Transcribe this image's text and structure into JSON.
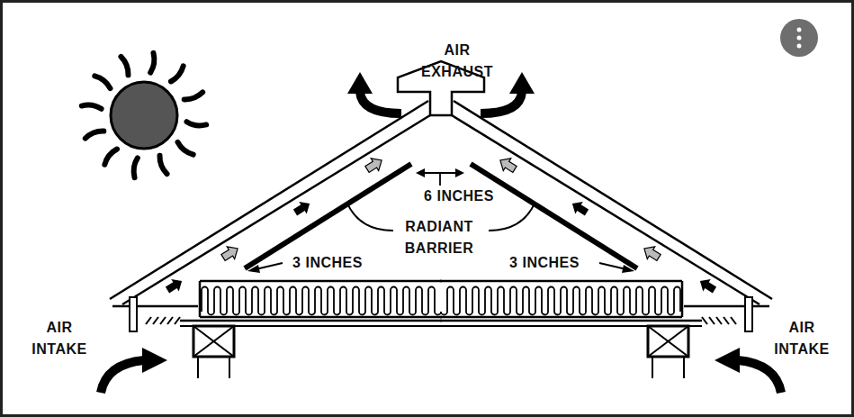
{
  "diagram": {
    "labels": [
      "AIR EXHAUST",
      "6 INCHES",
      "RADIANT BARRIER",
      "3 INCHES",
      "3 INCHES",
      "AIR INTAKE",
      "AIR INTAKE"
    ]
  }
}
